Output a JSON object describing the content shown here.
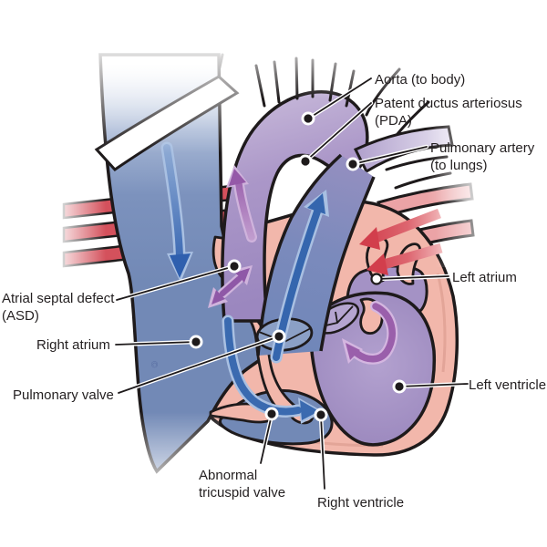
{
  "labels": {
    "aorta": "Aorta (to body)",
    "pda_line1": "Patent ductus arteriosus",
    "pda_line2": "(PDA)",
    "pulmonary_artery_line1": "Pulmonary artery",
    "pulmonary_artery_line2": "(to lungs)",
    "left_atrium": "Left atrium",
    "left_ventricle": "Left ventricle",
    "right_ventricle": "Right ventricle",
    "tricuspid_line1": "Abnormal",
    "tricuspid_line2": "tricuspid valve",
    "right_atrium": "Right atrium",
    "pulmonary_valve": "Pulmonary valve",
    "asd_line1": "Atrial septal defect",
    "asd_line2": "(ASD)"
  },
  "watermark": "©",
  "colors": {
    "outline": "#1e1a1b",
    "venous_blue": "#7289b6",
    "arterial_purple": "#a18fc2",
    "heart_wall_pink": "#f2b7ab",
    "oxygenated_red": "#d4515c",
    "flow_arrow_blue": "#3566ae",
    "flow_arrow_purple": "#9559a8",
    "label_text": "#231f20"
  }
}
